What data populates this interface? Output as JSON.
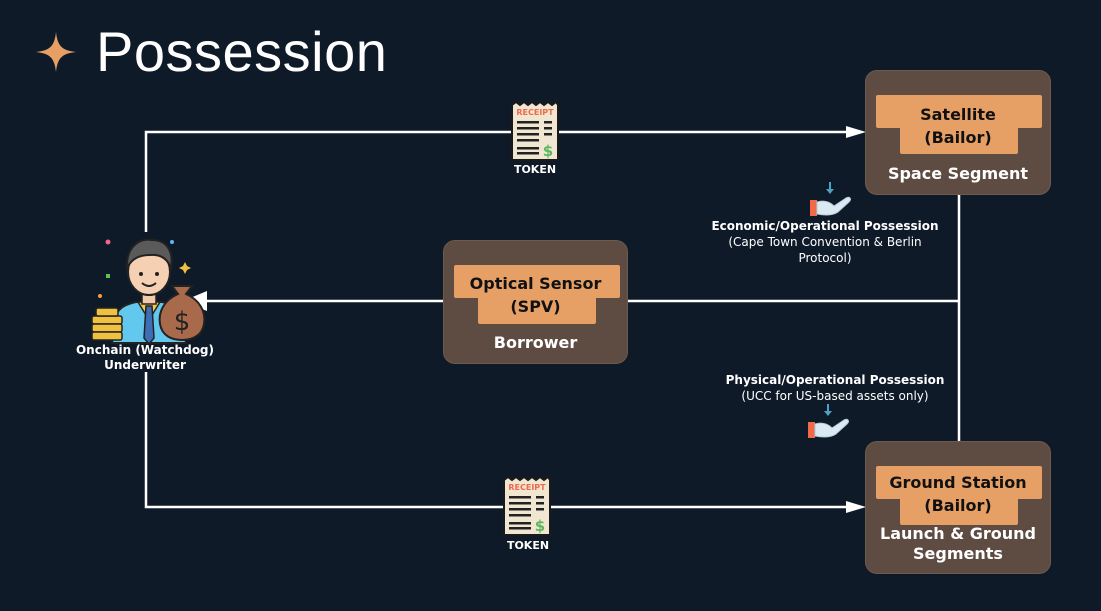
{
  "title": "Possession",
  "title_icon": "four-point-star-icon",
  "colors": {
    "background": "#0f1a28",
    "accent": "#e6a066",
    "node_fill": "#5e4c42",
    "line": "#ffffff"
  },
  "nodes": {
    "satellite": {
      "tab_line1": "Satellite",
      "tab_line2": "(Bailor)",
      "caption": "Space Segment"
    },
    "optical_sensor": {
      "tab_line1": "Optical Sensor",
      "tab_line2": "(SPV)",
      "caption": "Borrower"
    },
    "ground_station": {
      "tab_line1": "Ground Station",
      "tab_line2": "(Bailor)",
      "caption_line1": "Launch & Ground",
      "caption_line2": "Segments"
    }
  },
  "underwriter": {
    "label_line1": "Onchain (Watchdog)",
    "label_line2": "Underwriter",
    "icon": "businessman-with-money-bag-icon"
  },
  "tokens": [
    {
      "icon": "receipt-icon",
      "receipt_text": "RECEIPT",
      "label": "TOKEN"
    },
    {
      "icon": "receipt-icon",
      "receipt_text": "RECEIPT",
      "label": "TOKEN"
    }
  ],
  "notes": {
    "economic": {
      "title": "Economic/Operational Possession",
      "line1": "(Cape Town Convention & Berlin",
      "line2": "Protocol)",
      "icon": "hand-receiving-icon"
    },
    "physical": {
      "title": "Physical/Operational Possession",
      "line1": "(UCC for US-based assets only)",
      "icon": "hand-receiving-icon"
    }
  }
}
